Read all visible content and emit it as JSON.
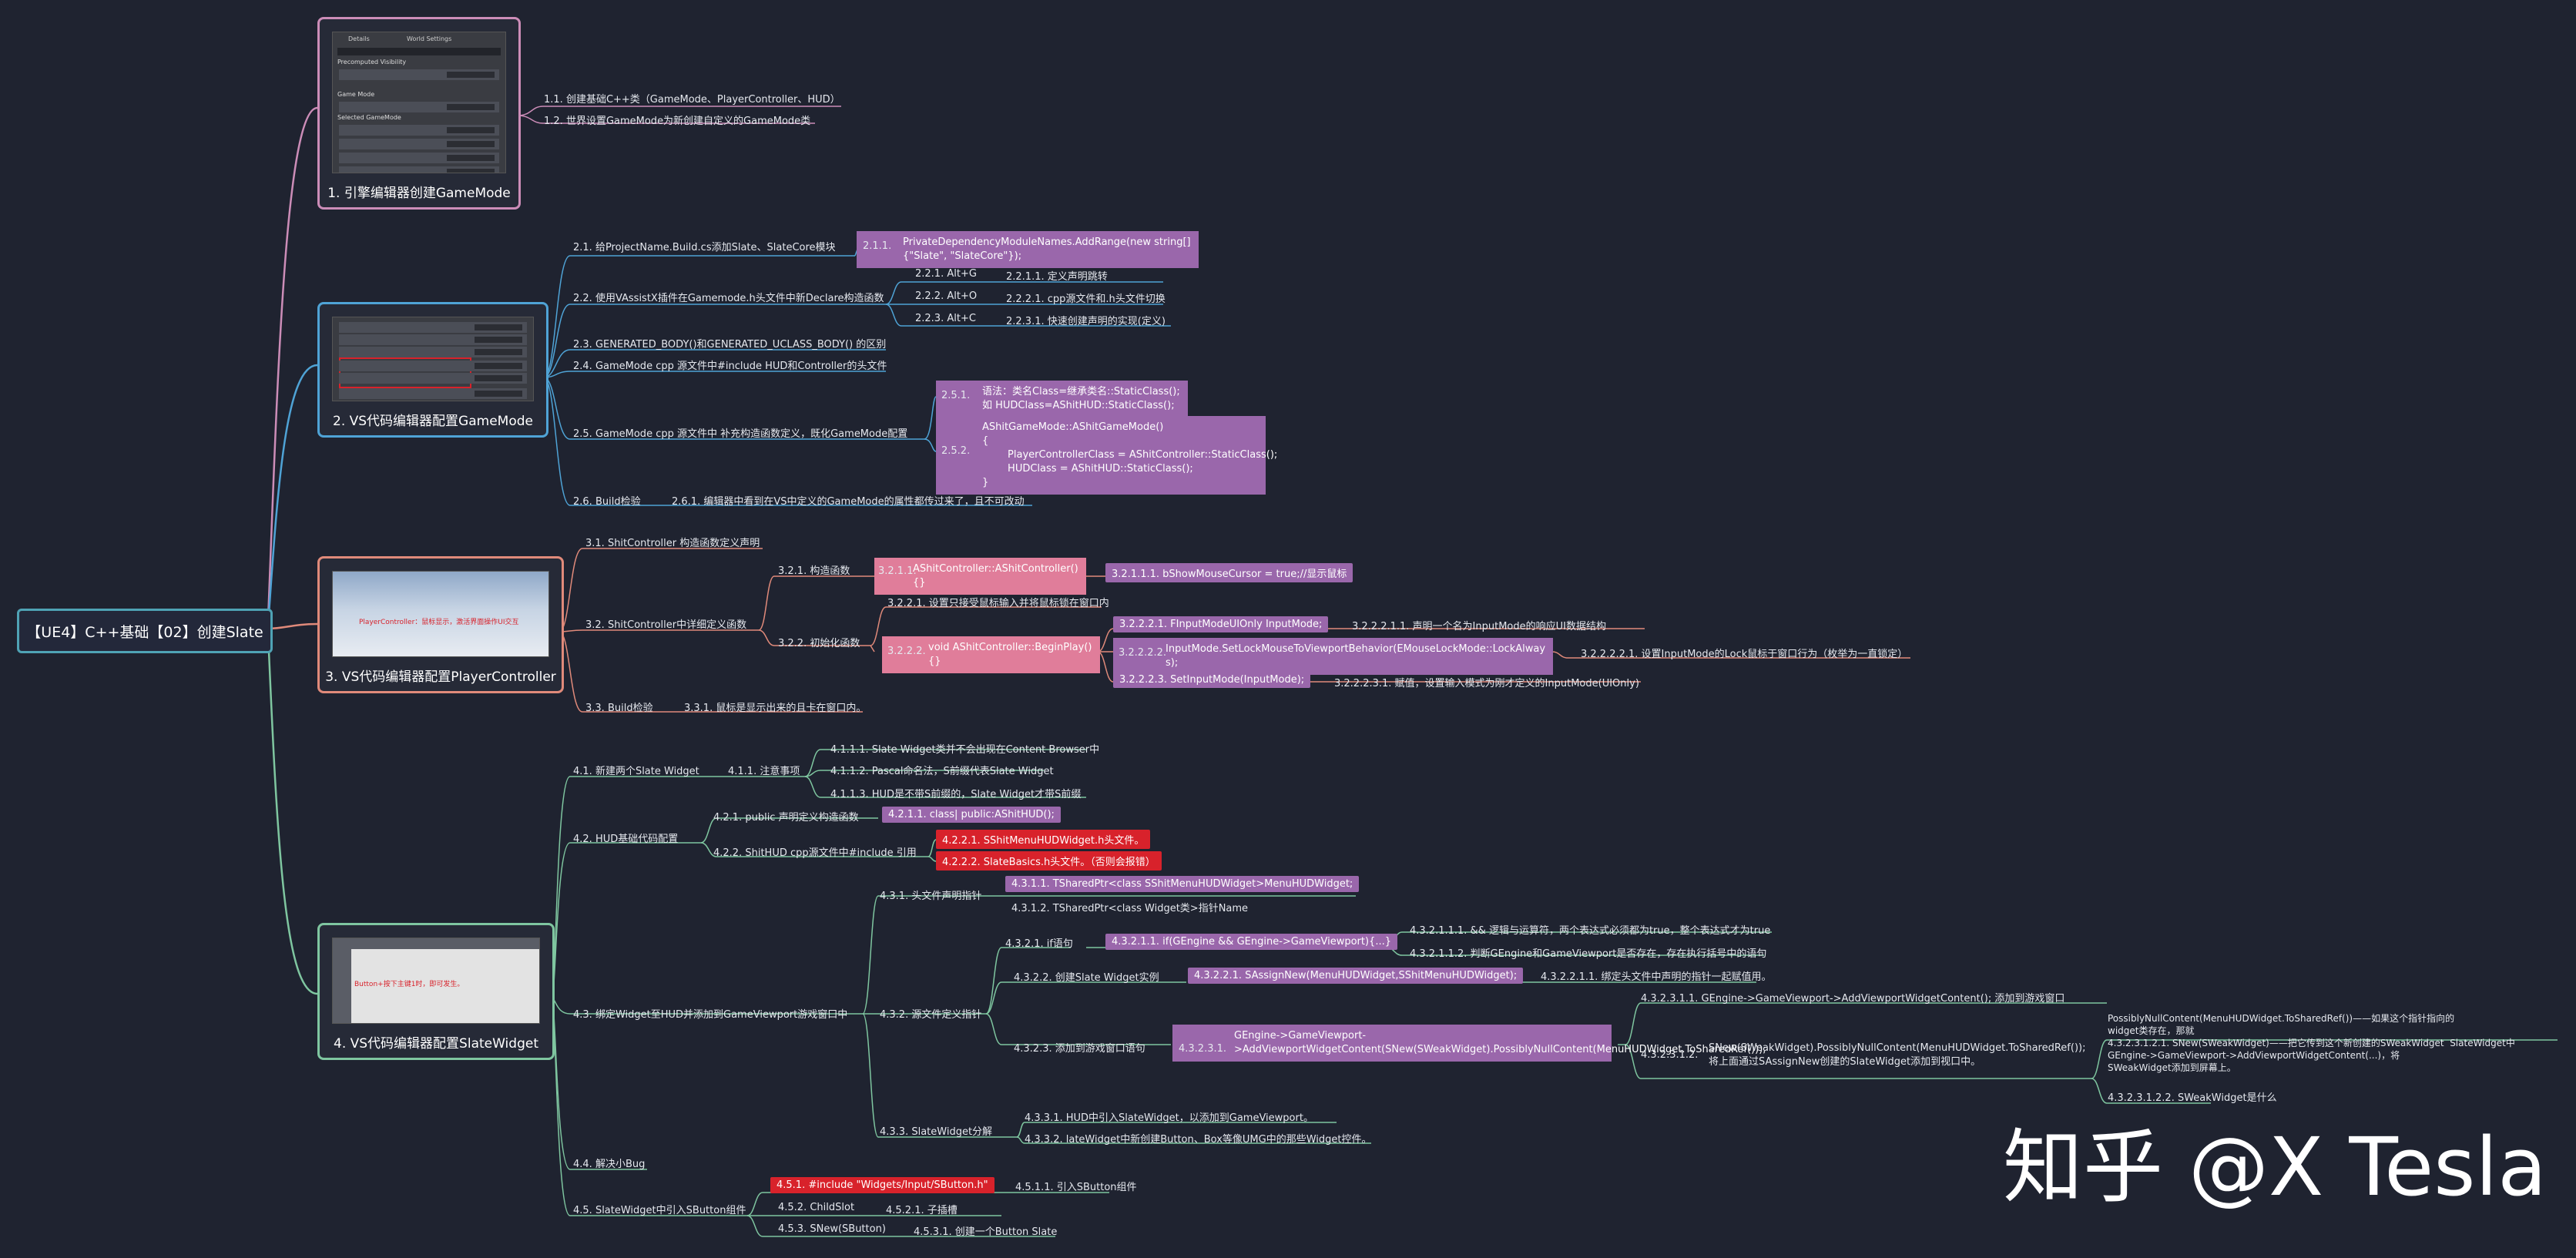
{
  "root": "【UE4】C++基础【02】创建Slate",
  "watermark": "知乎 @X Tesla",
  "colors": {
    "background": "#1f2330",
    "branch1": "#cc8db8",
    "branch2": "#4fa3d6",
    "branch3": "#e08a7a",
    "branch4": "#7fc6a0",
    "purple": "#9a67ab",
    "pink": "#e07d9a",
    "red": "#d8222b"
  },
  "s1": {
    "title": "1. 引擎编辑器创建GameMode",
    "n1": "1.1. 创建基础C++类（GameMode、PlayerController、HUD）",
    "n2": "1.2. 世界设置GameMode为新创建自定义的GameMode类",
    "shot": {
      "tab1": "Details",
      "tab2": "World Settings",
      "sec1": "Precomputed Visibility",
      "sec2": "Game Mode",
      "sec3": "Selected GameMode"
    }
  },
  "s2": {
    "title": "2. VS代码编辑器配置GameMode",
    "n1": "2.1. 给ProjectName.Build.cs添加Slate、SlateCore模块",
    "n1a_id": "2.1.1.",
    "n1a": "PrivateDependencyModuleNames.AddRange(new string[]\n{\"Slate\", \"SlateCore\"});",
    "n2": "2.2. 使用VAssistX插件在Gamemode.h头文件中新Declare构造函数",
    "n2a": "2.2.1. Alt+G",
    "n2a1": "2.2.1.1. 定义声明跳转",
    "n2b": "2.2.2. Alt+O",
    "n2b1": "2.2.2.1. cpp源文件和.h头文件切换",
    "n2c": "2.2.3. Alt+C",
    "n2c1": "2.2.3.1. 快速创建声明的实现(定义)",
    "n3": "2.3. GENERATED_BODY()和GENERATED_UCLASS_BODY() 的区别",
    "n4": "2.4. GameMode cpp 源文件中#include HUD和Controller的头文件",
    "n5": "2.5. GameMode cpp 源文件中 补充构造函数定义，既化GameMode配置",
    "n5a_id": "2.5.1.",
    "n5a": "语法：类名Class=继承类名::StaticClass();\n如 HUDClass=AShitHUD::StaticClass();",
    "n5b_id": "2.5.2.",
    "n5b": "AShitGameMode::AShitGameMode()\n{\n        PlayerControllerClass = AShitController::StaticClass();\n        HUDClass = AShitHUD::StaticClass();\n}",
    "n6": "2.6. Build检验",
    "n6a": "2.6.1. 编辑器中看到在VS中定义的GameMode的属性都传过来了，且不可改动"
  },
  "s3": {
    "title": "3. VS代码编辑器配置PlayerController",
    "shot_text": "PlayerController：鼠标显示，激活界面操作UI交互",
    "n1": "3.1. ShitController 构造函数定义声明",
    "n2": "3.2. ShitController中详细定义函数",
    "n21": "3.2.1. 构造函数",
    "n21_id": "3.2.1.1.",
    "n21a": "AShitController::AShitController()\n{}",
    "n21a1": "3.2.1.1.1. bShowMouseCursor = true;//显示鼠标",
    "n22": "3.2.2. 初始化函数",
    "n22a": "3.2.2.1. 设置只接受鼠标输入并将鼠标锁在窗口内",
    "n22_id": "3.2.2.2.",
    "n22b": "void AShitController::BeginPlay()\n{}",
    "n22b1": "3.2.2.2.1. FInputModeUIOnly InputMode;",
    "n22b1a": "3.2.2.2.1.1. 声明一个名为InputMode的响应UI数据结构",
    "n22b2_id": "3.2.2.2.2.",
    "n22b2": "InputMode.SetLockMouseToViewportBehavior(EMouseLockMode::LockAlway\ns);",
    "n22b2a": "3.2.2.2.2.1. 设置InputMode的Lock鼠标于窗口行为（枚举为一直锁定）",
    "n22b3": "3.2.2.2.3. SetInputMode(InputMode);",
    "n22b3a": "3.2.2.2.3.1. 赋值，设置输入模式为刚才定义的InputMode(UIOnly)",
    "n3": "3.3. Build检验",
    "n3a": "3.3.1. 鼠标是显示出来的且卡在窗口内。"
  },
  "s4": {
    "title": "4. VS代码编辑器配置SlateWidget",
    "shot_text": "Button+按下主键1时，即可发生。",
    "n1": "4.1. 新建两个Slate Widget",
    "n11": "4.1.1. 注意事项",
    "n11a": "4.1.1.1. Slate Widget类并不会出现在Content Browser中",
    "n11b": "4.1.1.2. Pascal命名法，S前缀代表Slate Widget",
    "n11c": "4.1.1.3. HUD是不带S前缀的，Slate Widget才带S前缀",
    "n2": "4.2. HUD基础代码配置",
    "n21": "4.2.1. public 声明定义构造函数",
    "n21a": "4.2.1.1. class| public:AShitHUD();",
    "n22": "4.2.2. ShitHUD cpp源文件中#include 引用",
    "n22a": "4.2.2.1. SShitMenuHUDWidget.h头文件。",
    "n22b": "4.2.2.2. SlateBasics.h头文件。（否则会报错）",
    "n3": "4.3. 绑定Widget至HUD并添加到GameViewport游戏窗口中",
    "n31": "4.3.1. 头文件声明指针",
    "n31a": "4.3.1.1. TSharedPtr<class SShitMenuHUDWidget>MenuHUDWidget;",
    "n31b": "4.3.1.2. TSharedPtr<class Widget类>指针Name",
    "n32": "4.3.2. 源文件定义指针",
    "n321": "4.3.2.1. if语句",
    "n321a": "4.3.2.1.1. if(GEngine && GEngine->GameViewport){...}",
    "n321a1": "4.3.2.1.1.1. && 逻辑与运算符，两个表达式必须都为true，整个表达式才为true",
    "n321a2": "4.3.2.1.1.2. 判断GEngine和GameViewport是否存在，存在执行括号中的语句",
    "n322": "4.3.2.2. 创建Slate Widget实例",
    "n322a": "4.3.2.2.1. SAssignNew(MenuHUDWidget,SShitMenuHUDWidget);",
    "n322a1": "4.3.2.2.1.1. 绑定头文件中声明的指针一起赋值用。",
    "n323": "4.3.2.3. 添加到游戏窗口语句",
    "n323_id": "4.3.2.3.1.",
    "n323a": "GEngine->GameViewport-\n>AddViewportWidgetContent(SNew(SWeakWidget).PossiblyNullContent(MenuHUDWidget.ToSharedRef()));",
    "n323a1": "4.3.2.3.1.1. GEngine->GameViewport->AddViewportWidgetContent(); 添加到游戏窗口",
    "n323a2_id": "4.3.2.3.1.2.",
    "n323a2": "SNew(SWeakWidget).PossiblyNullContent(MenuHUDWidget.ToSharedRef());\n将上面通过SAssignNew创建的SlateWidget添加到视口中。",
    "n323a2a": "PossiblyNullContent(MenuHUDWidget.ToSharedRef())——如果这个指针指向的\nwidget类存在，那就\n4.3.2.3.1.2.1. SNew(SWeakWidget)——把它传到这个新创建的SWeakWidget  SlateWidget中\nGEngine->GameViewport->AddViewportWidgetContent(...)，将\nSWeakWidget添加到屏幕上。",
    "n323a2b": "4.3.2.3.1.2.2. SWeakWidget是什么",
    "n33": "4.3.3. SlateWidget分解",
    "n33a": "4.3.3.1. HUD中引入SlateWidget，以添加到GameViewport。",
    "n33b": "4.3.3.2. lateWidget中新创建Button、Box等像UMG中的那些Widget控件。",
    "n4": "4.4. 解决小Bug",
    "n5": "4.5. SlateWidget中引入SButton组件",
    "n51": "4.5.1. #include \"Widgets/Input/SButton.h\"",
    "n51a": "4.5.1.1. 引入SButton组件",
    "n52": "4.5.2. ChildSlot",
    "n52a": "4.5.2.1. 子插槽",
    "n53": "4.5.3. SNew(SButton)",
    "n53a": "4.5.3.1. 创建一个Button Slate"
  }
}
